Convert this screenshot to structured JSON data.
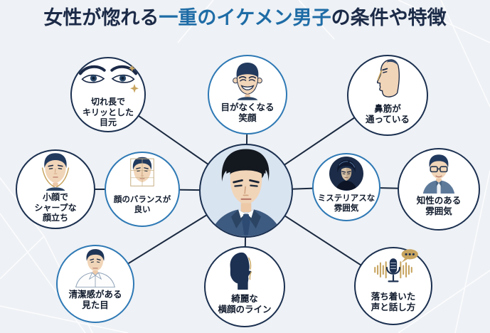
{
  "title": {
    "part1": "女性が惚れる",
    "part2": "一重のイケメン男子",
    "part3": "の条件や特徴"
  },
  "center": {
    "id": "ikemen-center",
    "icon": "handsome-man-portrait-icon"
  },
  "nodes": [
    {
      "id": "sharp-eyes",
      "label": "切れ長で\nキリッとした\n目元",
      "icon": "sharp-eyes-icon"
    },
    {
      "id": "eye-smile",
      "label": "目がなくなる\n笑顔",
      "icon": "smiling-face-icon"
    },
    {
      "id": "nose-bridge",
      "label": "鼻筋が\n通っている",
      "icon": "nose-profile-icon"
    },
    {
      "id": "small-face",
      "label": "小顔で\nシャープな\n顔立ち",
      "icon": "small-sharp-face-icon"
    },
    {
      "id": "face-balance",
      "label": "顔のバランスが\n良い",
      "icon": "balanced-face-grid-icon"
    },
    {
      "id": "mysterious",
      "label": "ミステリアスな\n雰囲気",
      "icon": "mysterious-man-icon"
    },
    {
      "id": "intelligent",
      "label": "知性のある\n雰囲気",
      "icon": "glasses-man-icon"
    },
    {
      "id": "clean-look",
      "label": "清潔感がある\n見た目",
      "icon": "white-shirt-man-icon"
    },
    {
      "id": "profile-line",
      "label": "綺麗な\n横顔のライン",
      "icon": "profile-silhouette-icon"
    },
    {
      "id": "calm-voice",
      "label": "落ち着いた\n声と話し方",
      "icon": "microphone-speech-icon"
    }
  ],
  "colors": {
    "navy": "#1b2a47",
    "blue": "#2e79b5",
    "titleblue": "#1e6ca6",
    "gold": "#c7a45f",
    "line": "#1a2940",
    "bg": "#eef1f5",
    "skin": "#f1d5b8",
    "hair": "#223a5e",
    "centerbg": "#d9e4f1",
    "ink": "#111b2c"
  }
}
